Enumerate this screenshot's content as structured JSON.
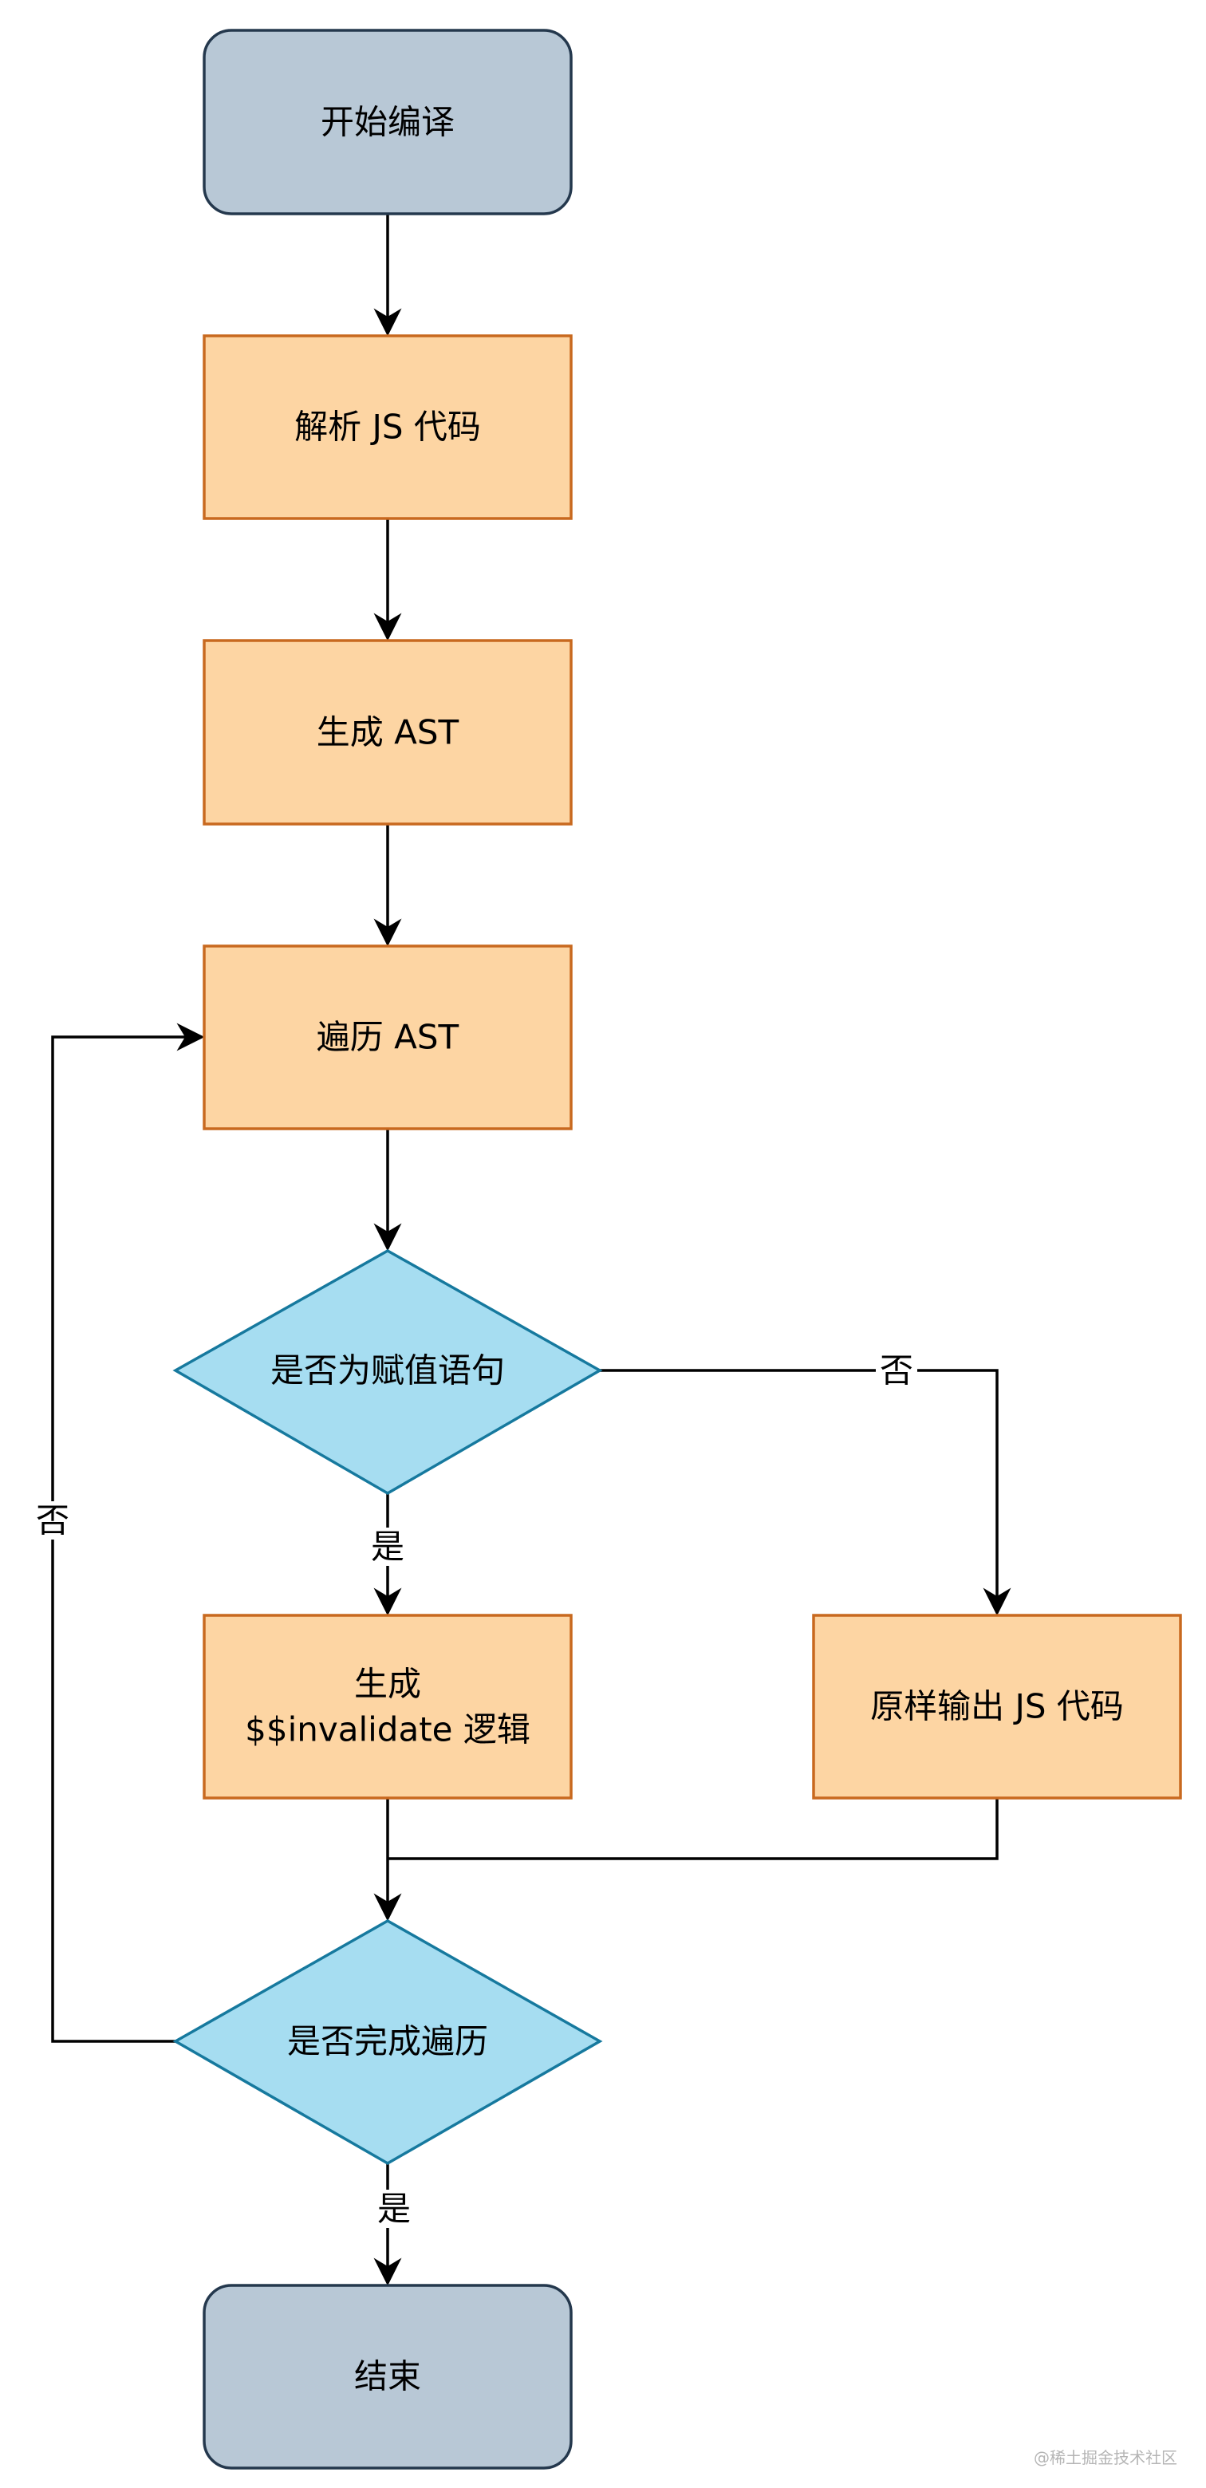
{
  "colors": {
    "terminal_fill": "#b8c8d6",
    "terminal_stroke": "#24384d",
    "process_fill": "#fdd5a3",
    "process_stroke": "#c8691f",
    "decision_fill": "#a6ddf1",
    "decision_stroke": "#16799e",
    "line": "#000000"
  },
  "nodes": {
    "start": "开始编译",
    "parse": "解析 JS 代码",
    "gen_ast": "生成 AST",
    "traverse": "遍历 AST",
    "is_assign": "是否为赋值语句",
    "gen_invalidate_1": "生成",
    "gen_invalidate_2": "$$invalidate 逻辑",
    "output_js": "原样输出 JS 代码",
    "is_done": "是否完成遍历",
    "end": "结束"
  },
  "edge_labels": {
    "assign_no": "否",
    "assign_yes": "是",
    "done_no": "否",
    "done_yes": "是"
  },
  "watermark": "@稀土掘金技术社区"
}
